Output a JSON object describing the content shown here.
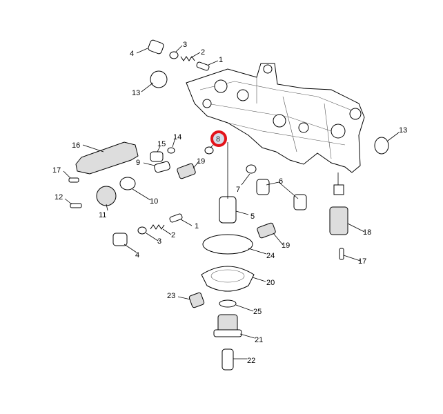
{
  "diagram": {
    "highlighted_callout": "8",
    "highlight_color": "#e3141b",
    "callouts": [
      "4",
      "3",
      "2",
      "1",
      "13",
      "16",
      "14",
      "15",
      "8",
      "19",
      "9",
      "17",
      "12",
      "10",
      "11",
      "7",
      "6",
      "5",
      "1",
      "2",
      "3",
      "4",
      "24",
      "19",
      "18",
      "17",
      "13",
      "20",
      "23",
      "25",
      "21",
      "22"
    ]
  }
}
